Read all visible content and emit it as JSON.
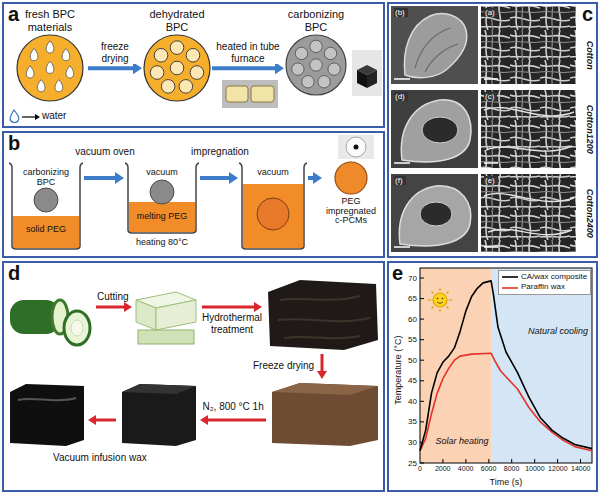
{
  "diagram": {
    "nodes": [
      {
        "text": [
          "a"
        ]
      },
      {
        "text": [
          "fresh BPC materials"
        ],
        "in": 0
      },
      {
        "text": [
          "dehydrated BPC"
        ],
        "in": 0
      },
      {
        "text": [
          "carbonizing BPC"
        ],
        "in": 0
      },
      {
        "text": [
          "b"
        ]
      },
      {
        "text": [
          "carbonizing BPC",
          "solid PEG"
        ],
        "in": 4
      },
      {
        "text": [
          "vacuum",
          "melting PEG",
          "heating 80°C"
        ],
        "in": 4
      },
      {
        "text": [
          "vacuum"
        ],
        "in": 4
      },
      {
        "text": [
          "PEG impregnated c-PCMs"
        ],
        "in": 4
      },
      {
        "text": [
          "c"
        ]
      },
      {
        "text": [
          "d"
        ]
      },
      {
        "text": [
          "e"
        ]
      }
    ],
    "edges": [
      {
        "from": 1,
        "to": 2,
        "arrow": "to",
        "label": "freeze drying"
      },
      {
        "from": 2,
        "to": 3,
        "arrow": "to",
        "label": "heated in tube furnace"
      },
      {
        "from": 5,
        "to": 6,
        "arrow": "to",
        "label": "vacuum oven"
      },
      {
        "from": 6,
        "to": 7,
        "arrow": "to",
        "label": "impregnation"
      },
      {
        "from": 7,
        "to": 8,
        "arrow": "to"
      }
    ],
    "labels": [
      "water",
      "Cotton",
      "Cotton1200",
      "Cotton2400",
      "(b)",
      "(a)",
      "(d)",
      "(c)",
      "(f)",
      "(e)",
      "Cutting",
      "Hydrothermal treatment",
      "Freeze drying",
      "N₂, 800 °C 1h",
      "Vacuum infusion wax",
      "Temperature (°C)",
      "Time (s)",
      "25",
      "30",
      "35",
      "40",
      "45",
      "50",
      "55",
      "60",
      "65",
      "70",
      "0",
      "2000",
      "4000",
      "6000",
      "8000",
      "10000",
      "12000",
      "14000",
      "Solar heating",
      "Natural cooling"
    ],
    "legend": [
      {
        "text": "CA/wax composite"
      },
      {
        "text": "Paraffin wax"
      }
    ]
  }
}
